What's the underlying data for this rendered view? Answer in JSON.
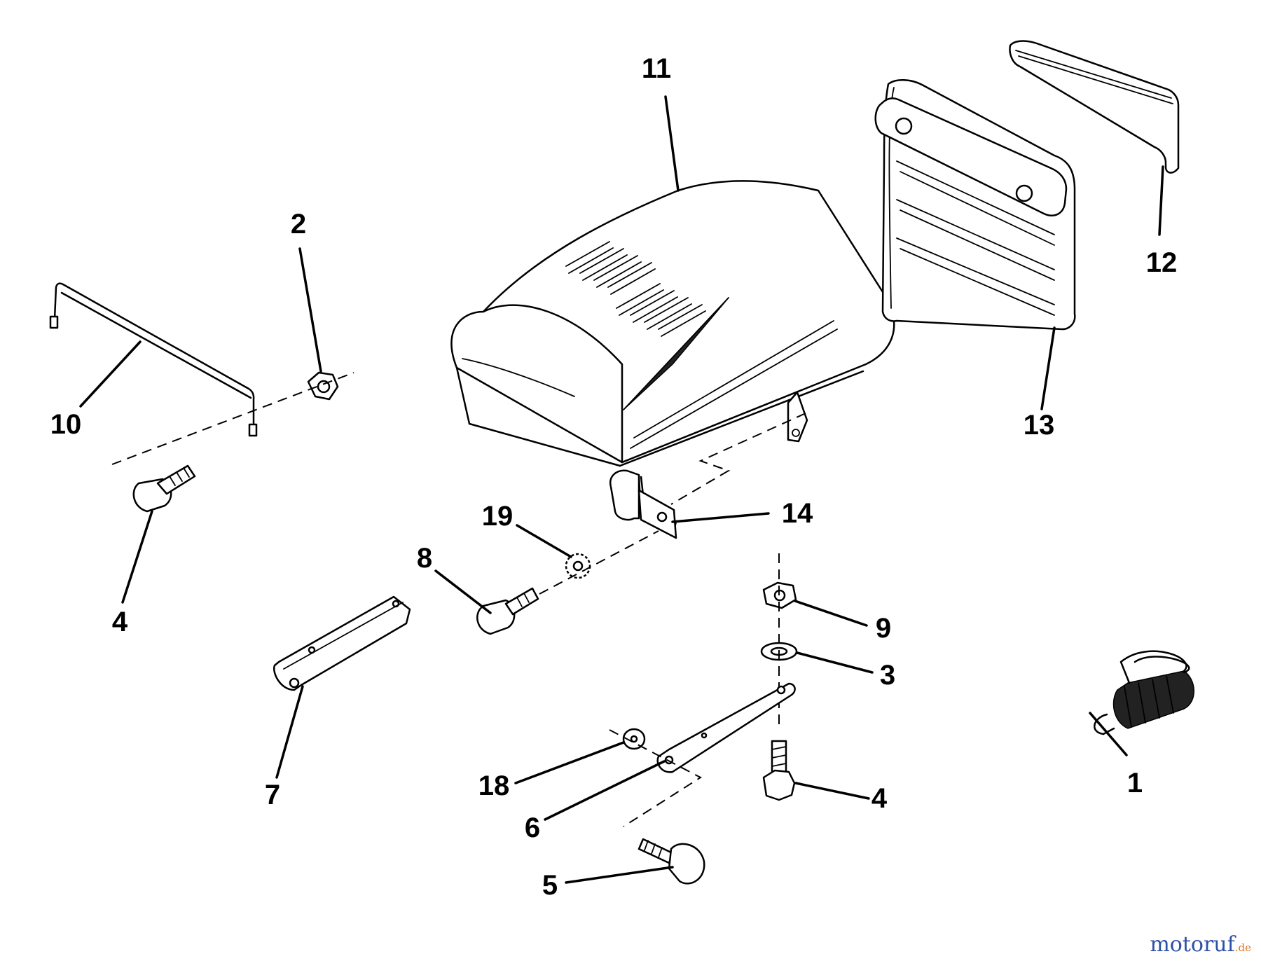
{
  "callouts": [
    {
      "id": "c11",
      "label": "11"
    },
    {
      "id": "c2",
      "label": "2"
    },
    {
      "id": "c12",
      "label": "12"
    },
    {
      "id": "c10",
      "label": "10"
    },
    {
      "id": "c13",
      "label": "13"
    },
    {
      "id": "c19",
      "label": "19"
    },
    {
      "id": "c14",
      "label": "14"
    },
    {
      "id": "c8",
      "label": "8"
    },
    {
      "id": "c4a",
      "label": "4"
    },
    {
      "id": "c9",
      "label": "9"
    },
    {
      "id": "c3",
      "label": "3"
    },
    {
      "id": "c7",
      "label": "7"
    },
    {
      "id": "c18",
      "label": "18"
    },
    {
      "id": "c1",
      "label": "1"
    },
    {
      "id": "c4b",
      "label": "4"
    },
    {
      "id": "c6",
      "label": "6"
    },
    {
      "id": "c5",
      "label": "5"
    }
  ],
  "watermark": {
    "name": "motoruf",
    "tld": ".de",
    "color_primary": "#2e4fa6",
    "color_accent": "#e0701f"
  }
}
